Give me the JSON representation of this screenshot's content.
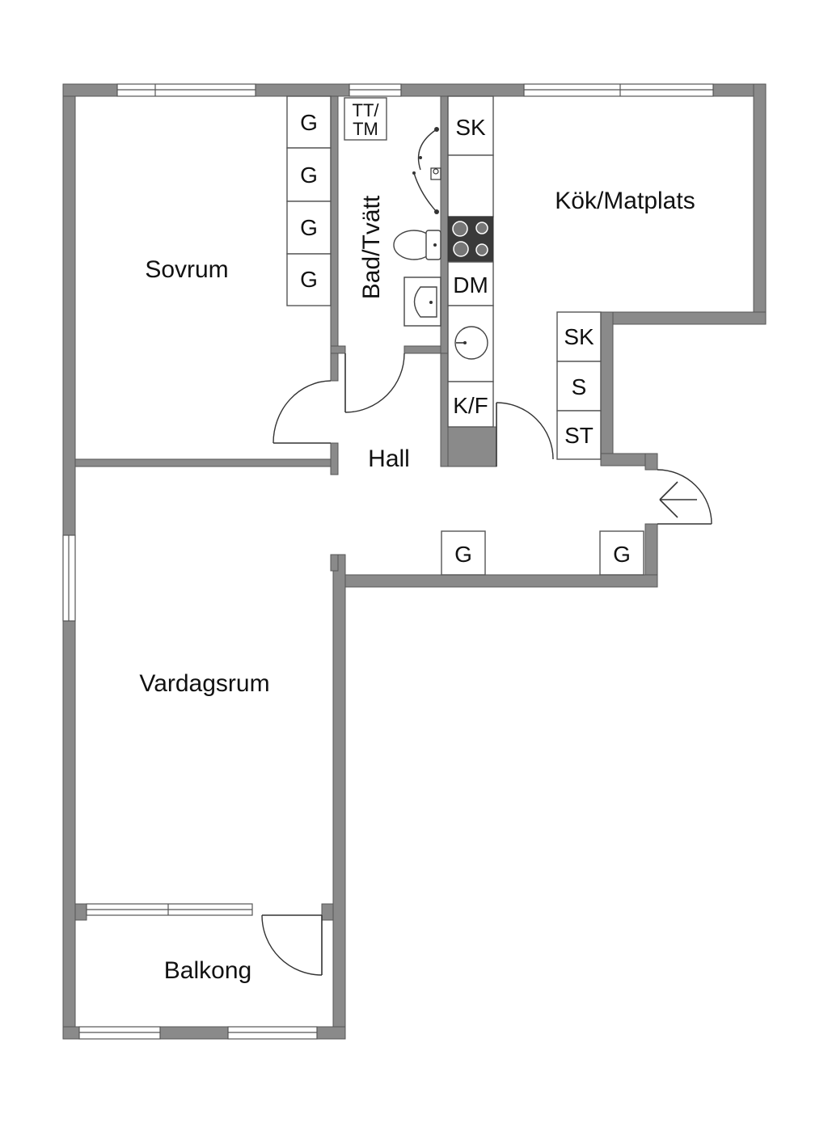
{
  "rooms": {
    "sovrum": "Sovrum",
    "bad_tvatt": "Bad/Tvätt",
    "kok_matplats": "Kök/Matplats",
    "hall": "Hall",
    "vardagsrum": "Vardagsrum",
    "balkong": "Balkong"
  },
  "units": {
    "wardrobe": "G",
    "tt_tm_top": "TT/",
    "tt_tm_bottom": "TM",
    "sk": "SK",
    "dm": "DM",
    "kf": "K/F",
    "s": "S",
    "st": "ST"
  },
  "colors": {
    "wall": "#8a8a8a",
    "stove": "#3a3a3a",
    "background": "#ffffff"
  }
}
